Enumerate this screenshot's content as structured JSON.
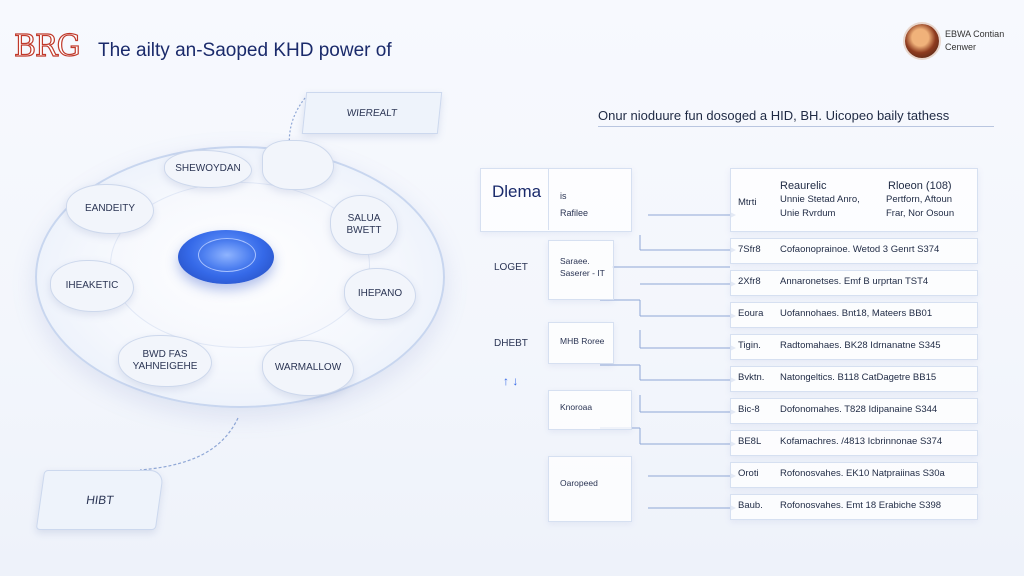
{
  "header": {
    "logo_text": "BRG",
    "title": "The ailty an-Saoped KHD power of",
    "brand_line1": "EBWA Contian",
    "brand_line2": "Cenwer"
  },
  "diagram": {
    "top_tag": "WIEREALT",
    "bottom_tag": "HIBT",
    "segments": {
      "top": "SHEWOYDAN",
      "upper_left": "EANDEITY",
      "upper_right": [
        "SALUA",
        "BWETT"
      ],
      "left": "IHEAKETIC",
      "right": "IHEPANO",
      "lower_left": [
        "BWD FAS",
        "YAHNEIGEHE"
      ],
      "lower_right": "WARMALLOW"
    }
  },
  "panel": {
    "subtitle": "Onur nioduure fun dosoged a HID, BH. Uicopeo baily tathess",
    "header_card": {
      "label": "Dlema",
      "sub1": "is",
      "sub2": "Rafilee"
    },
    "left_items": [
      {
        "label": "LOGET",
        "card": [
          "Saraee.",
          "Saserer - IT"
        ]
      },
      {
        "label": "DHEBT",
        "card": [
          "MHB Roree"
        ]
      },
      {
        "label": "↑ ↓",
        "card": [
          "Knoroaa"
        ]
      },
      {
        "label": "",
        "card": [
          "Oaropeed"
        ]
      }
    ],
    "table": {
      "header": {
        "col0": "Mtrti",
        "col1_title": "Reaurelic",
        "col1_line1": "Unnie Stetad Anro,",
        "col1_line2": "Unie Rvrdum",
        "col2_title": "Rloeon (108)",
        "col2_line1": "Pertforn, Aftoun",
        "col2_line2": "Frar, Nor Osoun"
      },
      "rows": [
        {
          "key": "7Sfr8",
          "text": "Cofaonoprainoe. Wetod 3 Genrt S374"
        },
        {
          "key": "2Xfr8",
          "text": "Annaronetses. Emf B urprtan TST4"
        },
        {
          "key": "Eoura",
          "text": "Uofannohaes. Bnt18, Mateers BB01"
        },
        {
          "key": "Tigin.",
          "text": "Radtomahaes. BK28 Idrnanatne S345"
        },
        {
          "key": "Bvktn.",
          "text": "Natongeltics. B118 CatDagetre BB15"
        },
        {
          "key": "Bic-8",
          "text": "Dofonomahes. T828 Idipanaine S344"
        },
        {
          "key": "BE8L",
          "text": "Kofamachres. /4813 Icbrinnonae S374"
        },
        {
          "key": "Oroti",
          "text": "Rofonosvahes. EK10 Natpraiinas S30a"
        },
        {
          "key": "Baub.",
          "text": "Rofonosvahes. Emt 18 Erabiche S398"
        }
      ]
    }
  },
  "colors": {
    "accent_blue": "#3569e8",
    "title_navy": "#1a2a6b",
    "logo_red": "#c0392b",
    "connector": "#8fa7d6"
  }
}
